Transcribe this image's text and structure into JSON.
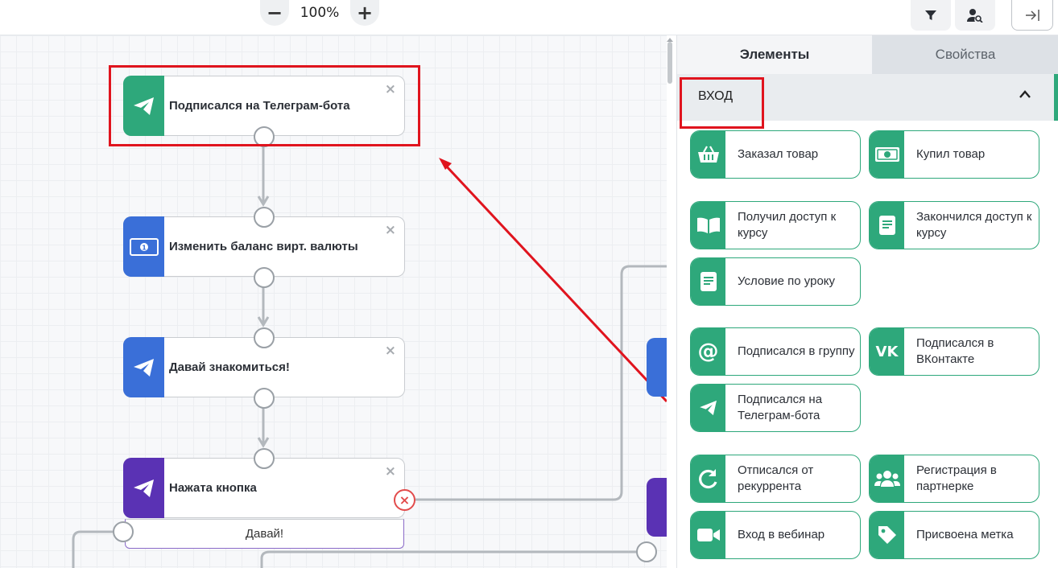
{
  "toolbar": {
    "zoom_out": "−",
    "zoom_level": "100%",
    "zoom_in": "+",
    "filter_icon": "filter-icon",
    "user_search_icon": "user-search-icon",
    "collapse_icon": "collapse-panel-icon"
  },
  "canvas": {
    "nodes": [
      {
        "title": "Подписался на Телеграм-бота",
        "color": "#2ea87b",
        "icon": "telegram-icon"
      },
      {
        "title": "Изменить баланс вирт. валюты",
        "color": "#3a6fd8",
        "icon": "banknote-icon"
      },
      {
        "title": "Давай знакомиться!",
        "color": "#3a6fd8",
        "icon": "telegram-icon"
      },
      {
        "title": "Нажата кнопка",
        "color": "#5a32b4",
        "icon": "telegram-icon"
      }
    ],
    "button_label": "Давай!",
    "close_symbol": "×",
    "error_symbol": "×"
  },
  "panel": {
    "tabs": [
      "Элементы",
      "Свойства"
    ],
    "section_title": "ВХОД",
    "accent_color": "#2ea87b",
    "items": [
      {
        "label": "Заказал товар",
        "icon": "basket-icon"
      },
      {
        "label": "Купил товар",
        "icon": "banknote-icon"
      },
      {
        "label": "Получил доступ к курсу",
        "icon": "open-book-icon"
      },
      {
        "label": "Закончился доступ к курсу",
        "icon": "book-icon"
      },
      {
        "label": "Условие по уроку",
        "icon": "book-icon"
      },
      {
        "label": "Подписался в группу",
        "icon": "at-icon"
      },
      {
        "label": "Подписался в ВКонтакте",
        "icon": "vk-icon"
      },
      {
        "label": "Подписался на Телеграм-бота",
        "icon": "telegram-icon"
      },
      {
        "label": "Отписался от рекуррента",
        "icon": "refresh-icon"
      },
      {
        "label": "Регистрация в партнерке",
        "icon": "users-icon"
      },
      {
        "label": "Вход в вебинар",
        "icon": "video-icon"
      },
      {
        "label": "Присвоена метка",
        "icon": "tag-icon"
      }
    ]
  }
}
